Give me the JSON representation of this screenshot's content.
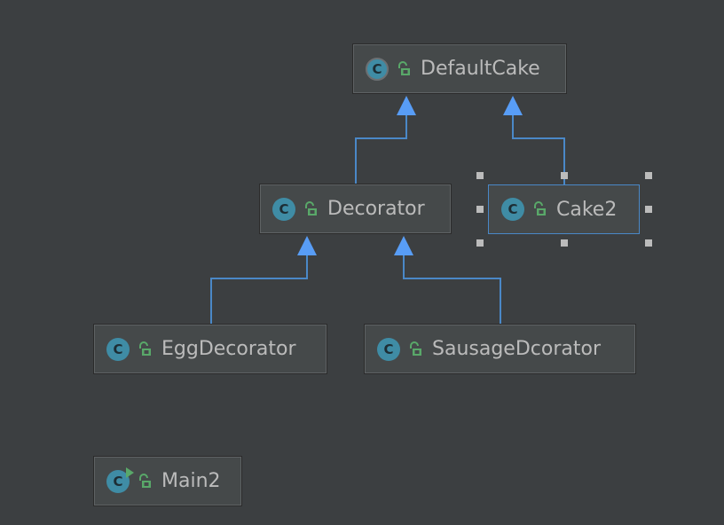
{
  "diagram": {
    "classes": [
      {
        "id": "DefaultCake",
        "label": "DefaultCake",
        "icon": "class-icon"
      },
      {
        "id": "Decorator",
        "label": "Decorator",
        "icon": "class-icon"
      },
      {
        "id": "Cake2",
        "label": "Cake2",
        "icon": "class-icon",
        "selected": true
      },
      {
        "id": "EggDecorator",
        "label": "EggDecorator",
        "icon": "class-icon"
      },
      {
        "id": "SausageDcorator",
        "label": "SausageDcorator",
        "icon": "class-icon"
      },
      {
        "id": "Main2",
        "label": "Main2",
        "icon": "runnable-class-icon"
      }
    ],
    "relations": [
      {
        "from": "Decorator",
        "to": "DefaultCake",
        "type": "extends"
      },
      {
        "from": "Cake2",
        "to": "DefaultCake",
        "type": "extends"
      },
      {
        "from": "EggDecorator",
        "to": "Decorator",
        "type": "extends"
      },
      {
        "from": "SausageDcorator",
        "to": "Decorator",
        "type": "extends"
      }
    ],
    "class_icon_letter": "C",
    "colors": {
      "background": "#3c3f41",
      "node_fill": "#45494a",
      "class_icon": "#3f8ca5",
      "lock_icon": "#59a869",
      "edge": "#4a88c7",
      "arrowhead": "#589df6",
      "selection_handles": "#bcbcbc"
    }
  }
}
